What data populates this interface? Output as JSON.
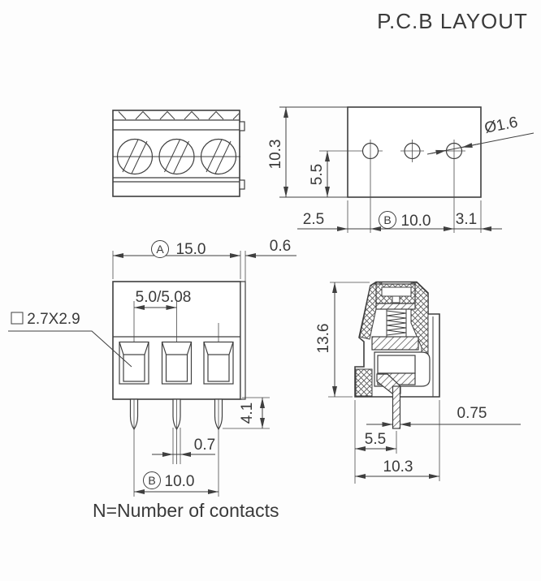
{
  "title": "P.C.B LAYOUT",
  "note": "N=Number of contacts",
  "pcb_view": {
    "height": "10.3",
    "hole_offset": "5.5",
    "margin_left": "2.5",
    "pitch_ref": "B",
    "pitch": "10.0",
    "margin_right": "3.1",
    "hole_dia": "Ø1.6"
  },
  "front_view": {
    "width_ref": "A",
    "width": "15.0",
    "flange_width": "0.6",
    "contact_pitch": "5.0/5.08",
    "opening_size": "2.7X2.9",
    "pin_length": "4.1",
    "pin_width": "0.7",
    "pitch_ref": "B",
    "pin_pitch": "10.0"
  },
  "side_view": {
    "height": "13.6",
    "pin_width": "0.75",
    "pin_offset": "5.5",
    "depth": "10.3"
  }
}
